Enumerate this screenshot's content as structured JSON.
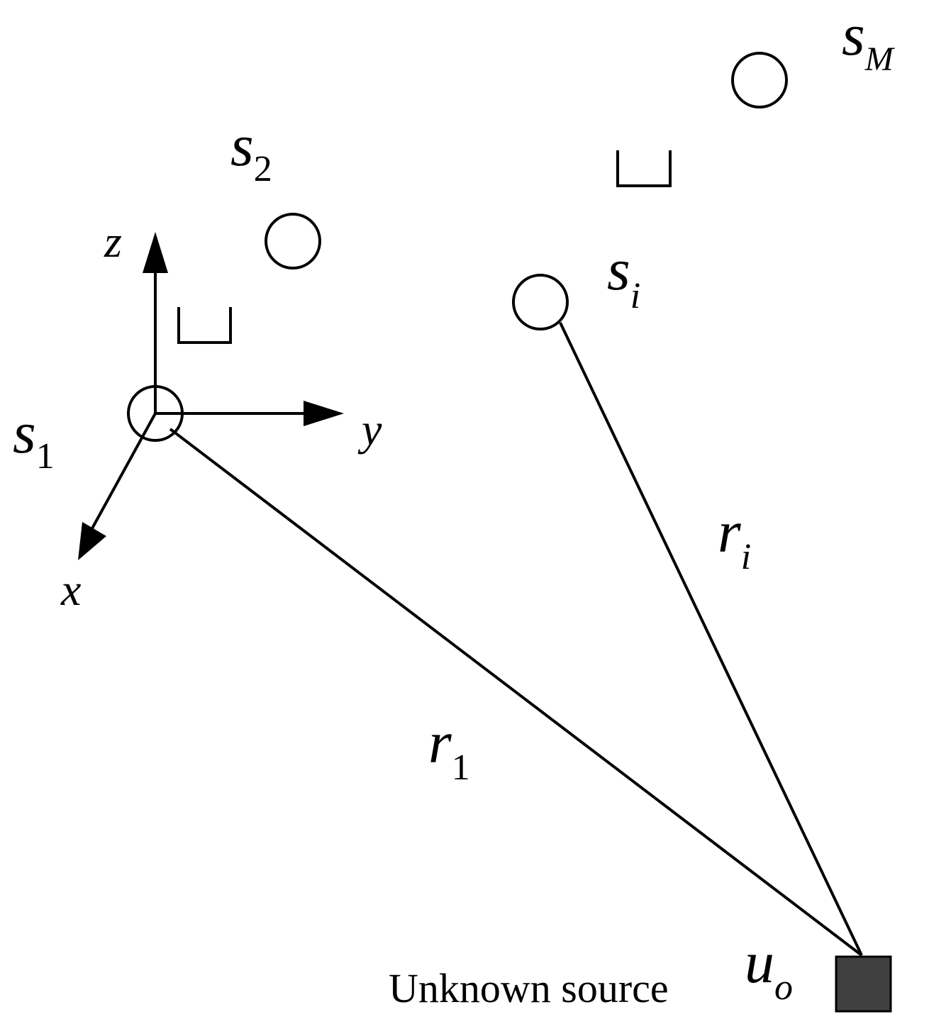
{
  "labels": {
    "s1": {
      "base": "s",
      "sub": "1"
    },
    "s2": {
      "base": "s",
      "sub": "2"
    },
    "si": {
      "base": "s",
      "sub": "i"
    },
    "sM": {
      "base": "s",
      "sub": "M"
    },
    "r1": {
      "base": "r",
      "sub": "1"
    },
    "ri": {
      "base": "r",
      "sub": "i"
    },
    "uo": {
      "base": "u",
      "sub": "o"
    }
  },
  "axes": {
    "x": "x",
    "y": "y",
    "z": "z"
  },
  "source_caption": "Unknown source",
  "colors": {
    "line": "#000000",
    "source_fill": "#404040",
    "background": "#ffffff"
  }
}
